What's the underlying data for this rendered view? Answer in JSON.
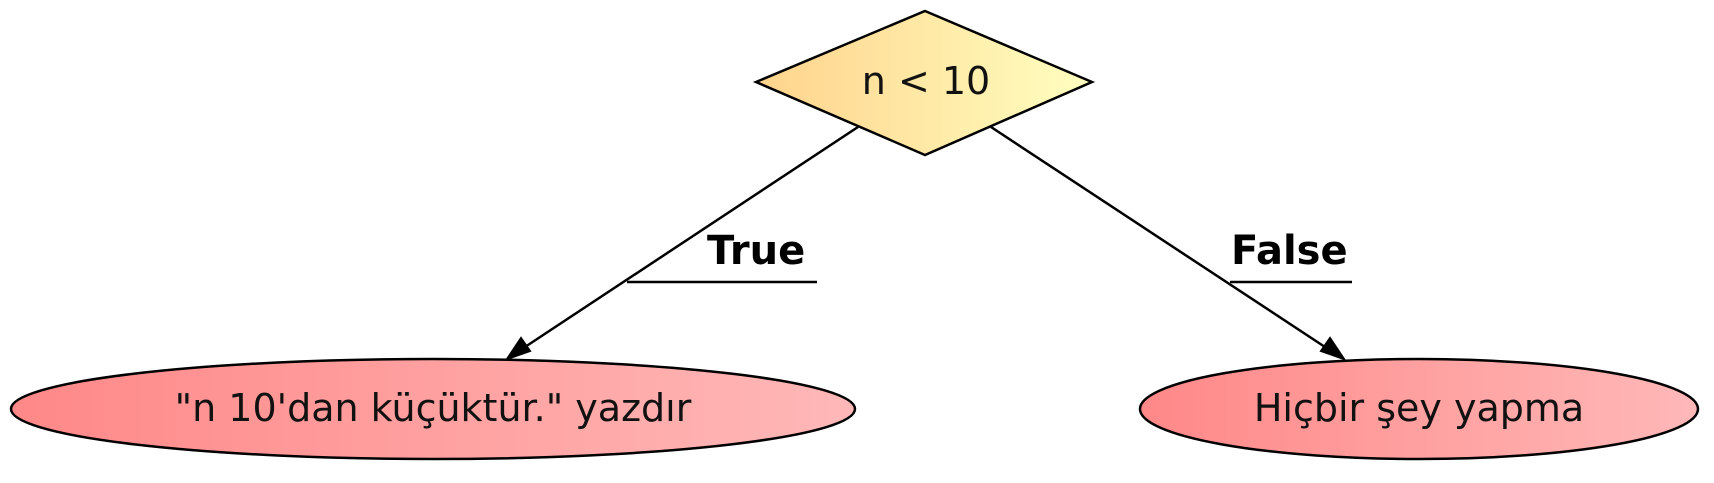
{
  "decision": {
    "label": "n < 10"
  },
  "edges": {
    "true_label": "True",
    "false_label": "False"
  },
  "outcomes": {
    "true_text": "\"n 10'dan küçüktür.\" yazdır",
    "false_text": "Hiçbir şey yapma"
  },
  "colors": {
    "diamond_left": "#ffd38c",
    "diamond_right": "#ffffc0",
    "ellipse_left": "#ff8888",
    "ellipse_right": "#ffb8b8",
    "stroke": "#000000"
  }
}
